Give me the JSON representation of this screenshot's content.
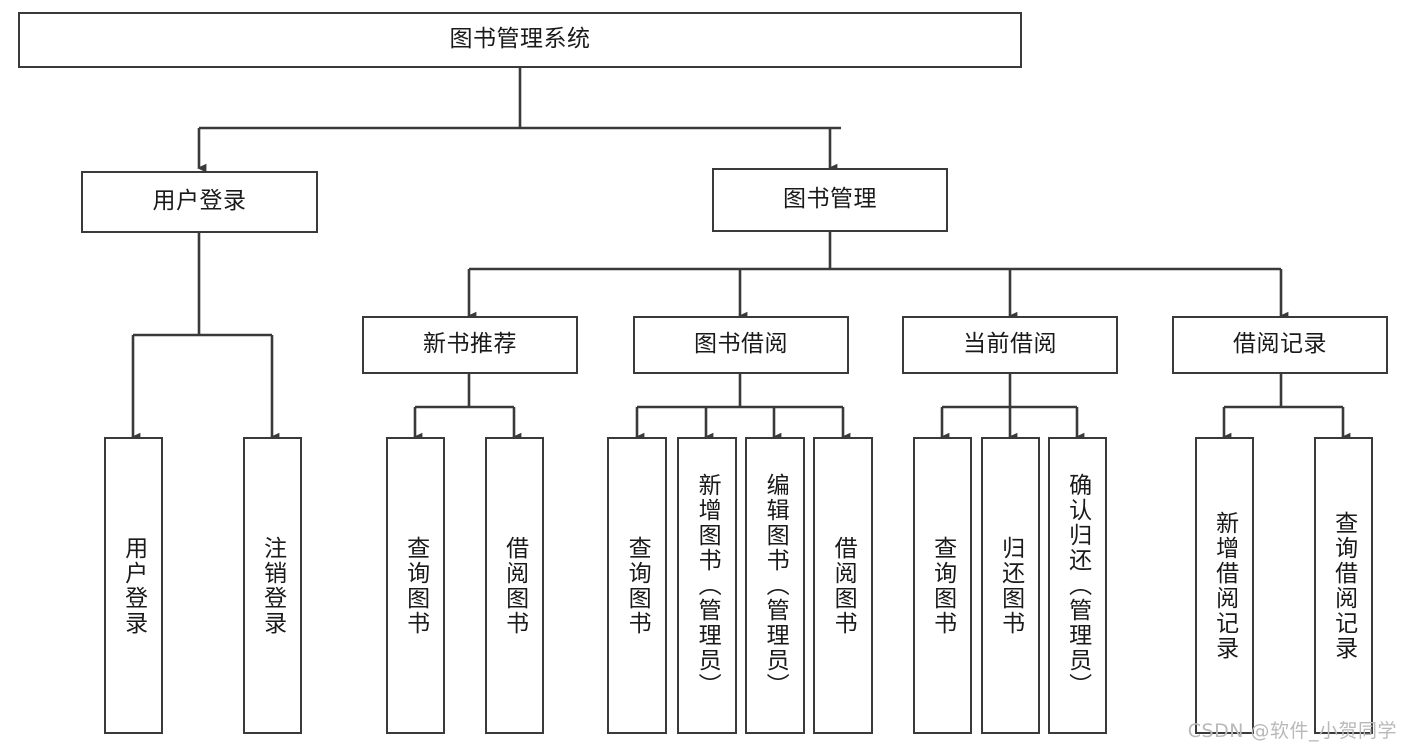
{
  "diagram": {
    "title": "图书管理系统",
    "type": "hierarchy-tree",
    "watermark": "CSDN @软件_小贺同学",
    "colors": {
      "background": "#ffffff",
      "box_border": "#3a3a3a",
      "connector": "#3a3a3a",
      "text": "#1a1a1a",
      "watermark": "#b9b9b9"
    },
    "nodes": {
      "root": {
        "label": "图书管理系统",
        "level": 1,
        "orientation": "horizontal"
      },
      "level2": [
        {
          "id": "user-login",
          "label": "用户登录",
          "orientation": "horizontal"
        },
        {
          "id": "book-management",
          "label": "图书管理",
          "orientation": "horizontal"
        }
      ],
      "level3": [
        {
          "id": "new-book-recommend",
          "label": "新书推荐",
          "orientation": "horizontal",
          "parent": "book-management"
        },
        {
          "id": "book-borrow",
          "label": "图书借阅",
          "orientation": "horizontal",
          "parent": "book-management"
        },
        {
          "id": "current-borrow",
          "label": "当前借阅",
          "orientation": "horizontal",
          "parent": "book-management"
        },
        {
          "id": "borrow-record",
          "label": "借阅记录",
          "orientation": "horizontal",
          "parent": "book-management"
        }
      ],
      "leaves": [
        {
          "id": "leaf-user-login",
          "label": "用户登录",
          "orientation": "vertical",
          "parent": "user-login"
        },
        {
          "id": "leaf-logout-login",
          "label": "注销登录",
          "orientation": "vertical",
          "parent": "user-login"
        },
        {
          "id": "leaf-query-book-1",
          "label": "查询图书",
          "orientation": "vertical",
          "parent": "new-book-recommend"
        },
        {
          "id": "leaf-borrow-book-1",
          "label": "借阅图书",
          "orientation": "vertical",
          "parent": "new-book-recommend"
        },
        {
          "id": "leaf-query-book-2",
          "label": "查询图书",
          "orientation": "vertical",
          "parent": "book-borrow"
        },
        {
          "id": "leaf-add-book",
          "label": "新增图书（管理员）",
          "orientation": "vertical",
          "parent": "book-borrow"
        },
        {
          "id": "leaf-edit-book",
          "label": "编辑图书（管理员）",
          "orientation": "vertical",
          "parent": "book-borrow"
        },
        {
          "id": "leaf-borrow-book-2",
          "label": "借阅图书",
          "orientation": "vertical",
          "parent": "book-borrow"
        },
        {
          "id": "leaf-query-book-3",
          "label": "查询图书",
          "orientation": "vertical",
          "parent": "current-borrow"
        },
        {
          "id": "leaf-return-book",
          "label": "归还图书",
          "orientation": "vertical",
          "parent": "current-borrow"
        },
        {
          "id": "leaf-confirm-return",
          "label": "确认归还（管理员）",
          "orientation": "vertical",
          "parent": "current-borrow"
        },
        {
          "id": "leaf-add-record",
          "label": "新增借阅记录",
          "orientation": "vertical",
          "parent": "borrow-record"
        },
        {
          "id": "leaf-query-record",
          "label": "查询借阅记录",
          "orientation": "vertical",
          "parent": "borrow-record"
        }
      ]
    }
  }
}
